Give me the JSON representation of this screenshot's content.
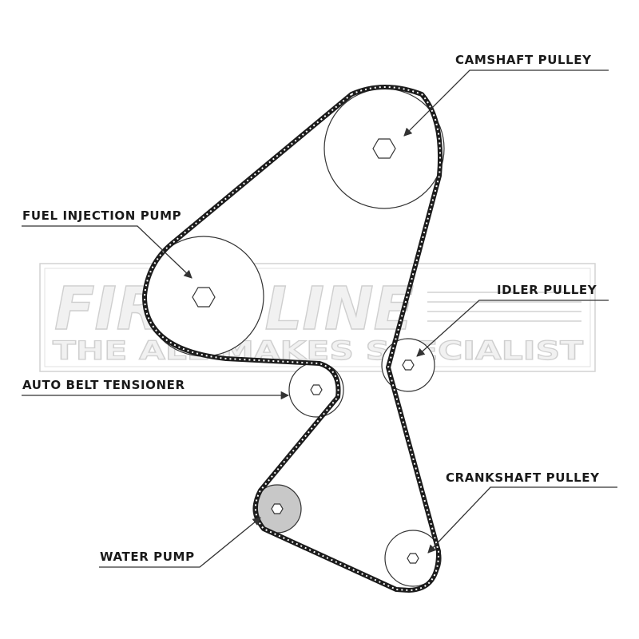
{
  "watermark": {
    "brand": "FIRST LINE",
    "tagline": "THE ALL MAKES SPECIALIST"
  },
  "labels": {
    "camshaft": "CAMSHAFT PULLEY",
    "fuel_pump": "FUEL INJECTION PUMP",
    "idler": "IDLER PULLEY",
    "tensioner": "AUTO BELT TENSIONER",
    "crankshaft": "CRANKSHAFT PULLEY",
    "water_pump": "WATER PUMP"
  },
  "colors": {
    "belt": "#1c1c1c",
    "water_pump_fill": "#c8c8c8",
    "watermark_stroke": "#cfcfcf"
  }
}
